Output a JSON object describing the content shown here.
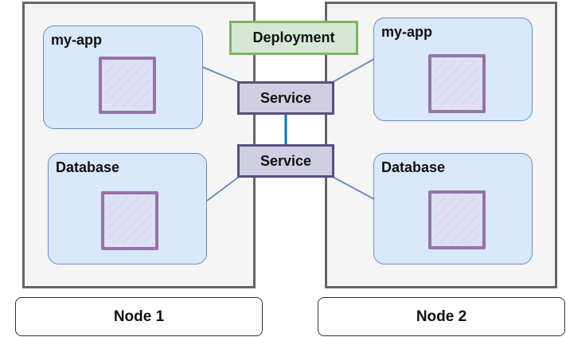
{
  "deployment": {
    "label": "Deployment"
  },
  "services": [
    {
      "label": "Service"
    },
    {
      "label": "Service"
    }
  ],
  "nodes": [
    {
      "label": "Node 1",
      "pods": [
        {
          "label": "my-app"
        },
        {
          "label": "Database"
        }
      ]
    },
    {
      "label": "Node 2",
      "pods": [
        {
          "label": "my-app"
        },
        {
          "label": "Database"
        }
      ]
    }
  ],
  "colors": {
    "node_border": "#666666",
    "pod_fill": "#dae8fc",
    "pod_border": "#6c8ebf",
    "container_border": "#9673a6",
    "deployment_fill": "#d5e8d4",
    "deployment_border": "#82b366",
    "service_fill": "#d0cee2",
    "service_border": "#56517e",
    "connector": "#6c8ebf",
    "service_link": "#10739e"
  }
}
